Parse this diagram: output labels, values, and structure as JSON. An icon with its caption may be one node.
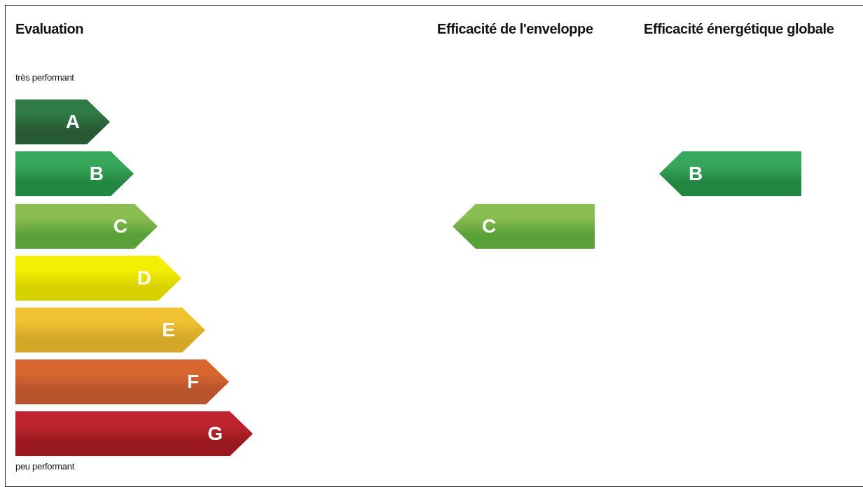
{
  "diagram": {
    "nodes": [
      {
        "text": [
          "A"
        ]
      },
      {
        "text": [
          "B"
        ]
      },
      {
        "text": [
          "C"
        ]
      },
      {
        "text": [
          "D"
        ]
      },
      {
        "text": [
          "E"
        ]
      },
      {
        "text": [
          "F"
        ]
      },
      {
        "text": [
          "G"
        ]
      },
      {
        "text": [
          "C"
        ]
      },
      {
        "text": [
          "B"
        ]
      }
    ],
    "labels": [
      "Evaluation",
      "Efficacité de l'enveloppe",
      "Efficacité énergétique globale",
      "très performant",
      "peu performant"
    ]
  }
}
